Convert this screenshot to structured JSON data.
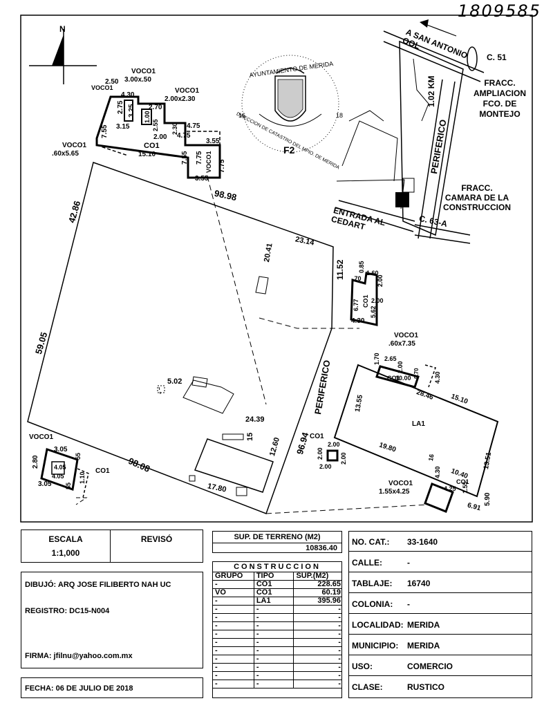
{
  "doc_number": "1809585",
  "north": "N",
  "seal": {
    "top": "AYUNTAMIENTO DE MERIDA",
    "bottom": "DIRECCION DE CATASTRO DEL MPIO. DE MERIDA",
    "left_num": "16",
    "right_num": "18",
    "code": "F2"
  },
  "location_map": {
    "to_san_antonio": "A SAN ANTONIO OOL",
    "c51": "C. 51",
    "fracc_ampliacion": "FRACC. AMPLIACION FCO. DE MONTEJO",
    "km": "1.02 KM",
    "periferico": "PERIFERICO",
    "fracc_camara": "FRACC. CAMARA DE LA CONSTRUCCION",
    "entrada": "ENTRADA AL CEDART",
    "c63a": "C. 63-A"
  },
  "dims": {
    "d9898": "98.98",
    "d4286": "42.86",
    "d5905": "59.05",
    "d9808": "98.08",
    "d1780": "17.80",
    "d9694": "96.94",
    "d1260": "12.60",
    "d2439": "24.39",
    "d502": "5.02",
    "d2041": "20.41",
    "d2314": "23.14",
    "d1152": "11.52",
    "d15": "15",
    "periferico_side": "PERIFERICO"
  },
  "top_building": {
    "voco1_a": "VOCO1",
    "voco1_a_dim": "3.00x.50",
    "voco1_b": "VOCO1",
    "voco1_b_dim": "2.00x2.30",
    "d250": "2.50",
    "voco1_c": "VOCO1",
    "d430": "4.30",
    "d275": "2.75",
    "d325": "3.25",
    "d270": "2.70",
    "d100": "1.00",
    "d255": "2.55",
    "d230": "2.30",
    "d475a": "4.75",
    "d475b": "4.75",
    "d200": "2.00",
    "d755a": "7.55",
    "d315": "3.15",
    "co1": "CO1",
    "d1510": "15.10",
    "d755b": "7.55",
    "d775a": "7.75",
    "voco1_v": "VOCO1",
    "d775b": "7.75",
    "d355a": "3.55",
    "d355b": "3.55",
    "voco1_d": "VOCO1",
    "voco1_d_dim": ".60x5.65"
  },
  "right_small": {
    "d085": "0.85",
    "d160": "1.60",
    "d070": ".70",
    "d200a": "2.00",
    "d200b": "2.00",
    "co1": "CO1",
    "d677": "6.77",
    "d562": "5.62",
    "d430": "4.30"
  },
  "la1_building": {
    "voco1": "VOCO1",
    "voco1_dim": ".60x7.35",
    "d170": "1.70",
    "d265": "2.65",
    "d200": "2.00",
    "co1": "CO1",
    "d1000": "10.00",
    "d070": "0.70",
    "d430": "4.30",
    "d1355": "13.55",
    "d2846": "28.46",
    "d1510": "15.10",
    "la1": "LA1",
    "d1980": "19.80",
    "d16": "16",
    "d1351": "13.51",
    "d1040": "10.40",
    "d430b": "4.30",
    "co1b": "CO1",
    "d425": "4.25",
    "d155": "1.55",
    "d590": "5.90",
    "d691": "6.91",
    "voco1b": "VOCO1",
    "voco1b_dim": "1.55x4.25"
  },
  "co1_small": {
    "co1": "CO1",
    "d200a": "2.00",
    "d200b": "2.00",
    "d200c": "2.00",
    "d200d": "2.00"
  },
  "bl_building": {
    "voco1": "VOCO1",
    "d305a": "3.05",
    "d055a": "55",
    "d280": "2.80",
    "d405a": "4.05",
    "d405b": "4.05",
    "d110": "1.10",
    "co1": "CO1",
    "d305b": "3.05",
    "d055b": "55"
  },
  "escala": {
    "label": "ESCALA",
    "value": "1:1,000"
  },
  "reviso": "REVISÓ",
  "dibujo": "DIBUJÓ: ARQ JOSE FILIBERTO NAH UC",
  "registro": "REGISTRO: DC15-N004",
  "firma": "FIRMA: jfilnu@yahoo.com.mx",
  "fecha": "FECHA: 06 DE JULIO DE 2018",
  "sup_terreno": {
    "label": "SUP. DE TERRENO (M2)",
    "value": "10836.40"
  },
  "construccion": {
    "title": "CONSTRUCCION",
    "headers": [
      "GRUPO",
      "TIPO",
      "SUP.(M2)"
    ],
    "rows": [
      [
        "-",
        "CO1",
        "228.65"
      ],
      [
        "VO",
        "CO1",
        "60.19"
      ],
      [
        "-",
        "LA1",
        "395.96"
      ],
      [
        "-",
        "-",
        "-"
      ],
      [
        "-",
        "-",
        "-"
      ],
      [
        "-",
        "-",
        "-"
      ],
      [
        "-",
        "-",
        "-"
      ],
      [
        "-",
        "-",
        "-"
      ],
      [
        "-",
        "-",
        "-"
      ],
      [
        "-",
        "-",
        "-"
      ],
      [
        "-",
        "-",
        "-"
      ],
      [
        "-",
        "-",
        "-"
      ],
      [
        "-",
        "-",
        "-"
      ]
    ]
  },
  "info": [
    {
      "key": "NO. CAT.:",
      "value": "33-1640"
    },
    {
      "key": "CALLE:",
      "value": "-"
    },
    {
      "key": "TABLAJE:",
      "value": "16740"
    },
    {
      "key": "COLONIA:",
      "value": "-"
    },
    {
      "key": "LOCALIDAD:",
      "value": "MERIDA"
    },
    {
      "key": "MUNICIPIO:",
      "value": "MERIDA"
    },
    {
      "key": "USO:",
      "value": "COMERCIO"
    },
    {
      "key": "CLASE:",
      "value": "RUSTICO"
    }
  ]
}
